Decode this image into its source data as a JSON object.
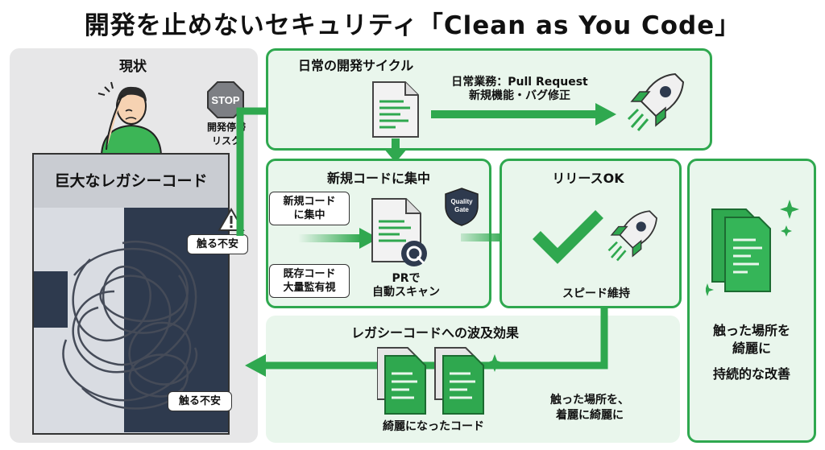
{
  "title": "開発を止めないセキュリティ「Clean as You Code」",
  "current": {
    "heading": "現状",
    "stop_sign": "STOP",
    "risk_label_line1": "開発停滞",
    "risk_label_line2": "リスク",
    "legacy_title": "巨大なレガシーコード",
    "anxiety_1": "触る不安",
    "anxiety_2": "触る不安"
  },
  "daily": {
    "heading": "日常の開発サイクル",
    "task_line1": "日常業務：Pull Request",
    "task_line2": "新規機能・バグ修正"
  },
  "focus": {
    "heading": "新規コードに集中",
    "bubble_new_line1": "新規コード",
    "bubble_new_line2": "に集中",
    "bubble_old_line1": "既存コード",
    "bubble_old_line2": "大量監有視",
    "gate_line1": "Quality",
    "gate_line2": "Gate",
    "scan_line1": "PRで",
    "scan_line2": "自動スキャン"
  },
  "release": {
    "heading": "リリースOK",
    "speed": "スピード維持"
  },
  "ripple": {
    "heading": "レガシーコードへの波及効果",
    "clean_label": "綺麗になったコード",
    "note_line1": "触った場所を、",
    "note_line2": "着麗に綺麗に"
  },
  "sustain": {
    "line1": "触った場所を",
    "line2": "綺麗に",
    "line3": "持続的な改善"
  },
  "colors": {
    "accent_green": "#2fa84f",
    "panel_green": "#e9f6ec",
    "navy": "#2e3a4e",
    "stop_grey": "#7d7f84"
  }
}
